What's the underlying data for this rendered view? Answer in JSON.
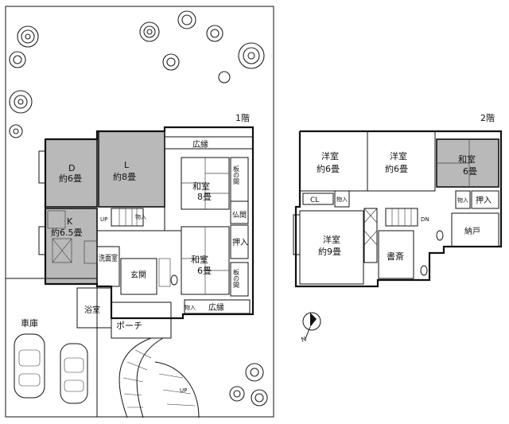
{
  "floor1": {
    "label": "1階",
    "rooms": {
      "dining": "D",
      "dining_size": "約6畳",
      "living": "L",
      "living_size": "約8畳",
      "kitchen": "K",
      "kitchen_size": "約6.5畳",
      "washitsu_top": "和室",
      "washitsu_top_size": "8畳",
      "washitsu_bottom": "和室",
      "washitsu_bottom_size": "6畳",
      "engawa_top": "広縁",
      "engawa_bottom": "広縁",
      "itanoma_top": "板の間",
      "itanoma_bottom": "板の間",
      "butsuma": "仏間",
      "oshiire": "押入",
      "senmen": "洗面室",
      "genkan": "玄関",
      "yokushitsu": "浴室",
      "porch": "ポーチ",
      "garage": "車庫",
      "monoire_1": "物入",
      "monoire_2": "物入",
      "up_1": "UP",
      "up_2": "UP"
    }
  },
  "floor2": {
    "label": "2階",
    "rooms": {
      "yoshitsu_1": "洋室",
      "yoshitsu_1_size": "約6畳",
      "yoshitsu_2": "洋室",
      "yoshitsu_2_size": "約6畳",
      "washitsu": "和室",
      "washitsu_size": "6畳",
      "yoshitsu_3": "洋室",
      "yoshitsu_3_size": "約9畳",
      "shosai": "書斎",
      "nando": "納戸",
      "oshiire": "押入",
      "cl": "CL",
      "monoire_1": "物入",
      "monoire_2": "物入",
      "dn": "DN"
    }
  },
  "compass": {
    "label": "N"
  }
}
